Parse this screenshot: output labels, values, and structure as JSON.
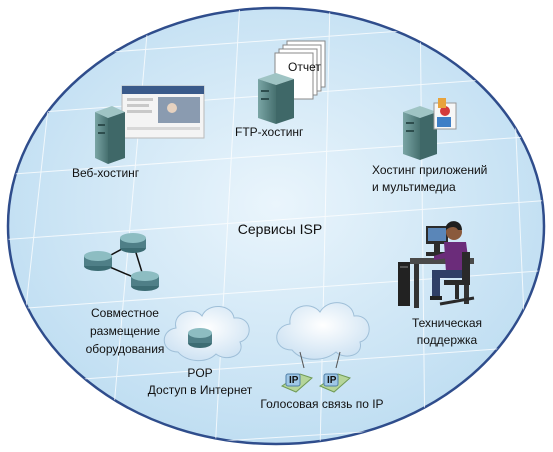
{
  "title": "Сервисы ISP",
  "services": {
    "web_hosting": "Веб-хостинг",
    "ftp_hosting": "FTP-хостинг",
    "report_label": "Отчет",
    "app_hosting_line1": "Хостинг приложений",
    "app_hosting_line2": "и мультимедиа",
    "colocation_line1": "Совместное",
    "colocation_line2": "размещение",
    "colocation_line3": "оборудования",
    "pop_label": "POP",
    "internet_access": "Доступ в Интернет",
    "voip": "Голосовая связь по IP",
    "ip_badge": "IP",
    "support_line1": "Техническая",
    "support_line2": "поддержка"
  },
  "colors": {
    "ellipse_fill": "#d3e9f7",
    "ellipse_stroke": "#2f4d8c",
    "server": "#5d8a8a",
    "router": "#4f7f87",
    "person": "#6b2c7a"
  }
}
